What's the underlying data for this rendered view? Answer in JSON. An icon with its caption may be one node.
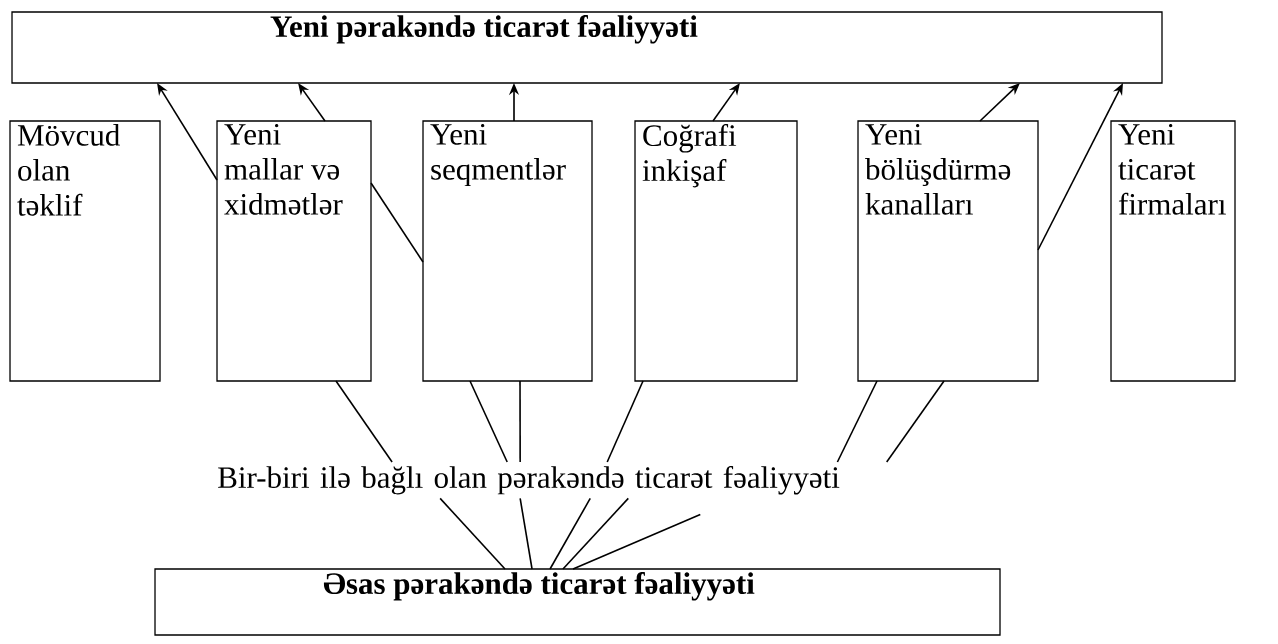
{
  "diagram": {
    "nodes": [
      {
        "text": [
          "Yeni pərakəndə ticarət fəaliyyəti"
        ]
      },
      {
        "text": [
          "Mövcud olan təklif"
        ]
      },
      {
        "text": [
          "Yeni mallar və xidmətlər"
        ]
      },
      {
        "text": [
          "Yeni seqmentlər"
        ]
      },
      {
        "text": [
          "Coğrafi inkişaf"
        ]
      },
      {
        "text": [
          "Yeni bölüşdürmə kanalları"
        ]
      },
      {
        "text": [
          "Yeni ticarət firmaları"
        ]
      },
      {
        "text": [
          "Bir-biri ilə bağlı olan pərakəndə ticarət fəaliyyəti"
        ]
      },
      {
        "text": [
          "Əsas pərakəndə ticarət fəaliyyəti"
        ]
      }
    ],
    "edges": [
      {
        "from": 2,
        "to": 0,
        "arrow": "to"
      },
      {
        "from": 2,
        "to": 0,
        "arrow": "to"
      },
      {
        "from": 3,
        "to": 0,
        "arrow": "to"
      },
      {
        "from": 4,
        "to": 0,
        "arrow": "to"
      },
      {
        "from": 5,
        "to": 0,
        "arrow": "to"
      },
      {
        "from": 5,
        "to": 0,
        "arrow": "to"
      },
      {
        "from": 2,
        "to": 3,
        "arrow": "none"
      },
      {
        "from": 2,
        "to": 7,
        "arrow": "none"
      },
      {
        "from": 3,
        "to": 7,
        "arrow": "none"
      },
      {
        "from": 3,
        "to": 7,
        "arrow": "none"
      },
      {
        "from": 4,
        "to": 7,
        "arrow": "none"
      },
      {
        "from": 5,
        "to": 7,
        "arrow": "none"
      },
      {
        "from": 5,
        "to": 7,
        "arrow": "none"
      },
      {
        "from": 7,
        "to": 8,
        "arrow": "none"
      },
      {
        "from": 7,
        "to": 8,
        "arrow": "none"
      },
      {
        "from": 7,
        "to": 8,
        "arrow": "none"
      },
      {
        "from": 7,
        "to": 8,
        "arrow": "none"
      },
      {
        "from": 7,
        "to": 8,
        "arrow": "none"
      }
    ]
  }
}
